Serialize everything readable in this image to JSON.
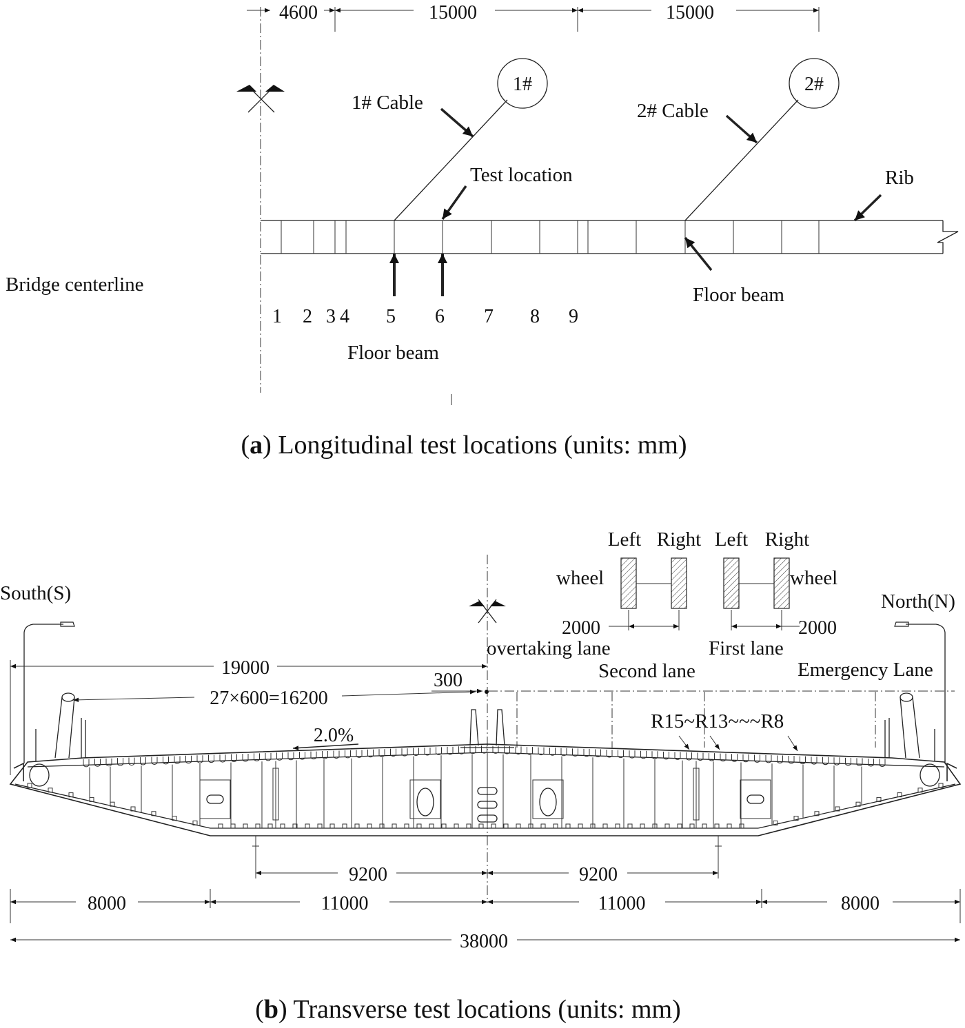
{
  "colors": {
    "ink": "#111111",
    "background": "#ffffff"
  },
  "panel_a": {
    "dims": [
      "4600",
      "15000",
      "15000"
    ],
    "cables": [
      "1#",
      "2#"
    ],
    "labels": {
      "cable1": "1# Cable",
      "cable2": "2# Cable",
      "test_location": "Test location",
      "rib": "Rib",
      "bridge_centerline": "Bridge centerline",
      "floor_beam_right": "Floor beam",
      "floor_beam_bottom": "Floor beam"
    },
    "locations": [
      "1",
      "2",
      "3",
      "4",
      "5",
      "6",
      "7",
      "8",
      "9"
    ],
    "caption": {
      "letter": "a",
      "text": ") Longitudinal test locations (units: mm)"
    }
  },
  "panel_b": {
    "labels": {
      "south": "South(S)",
      "north": "North(N)",
      "left_1": "Left",
      "right_1": "Right",
      "left_2": "Left",
      "right_2": "Right",
      "wheel_left": "wheel",
      "wheel_right": "wheel",
      "wheel_gap_1": "2000",
      "wheel_gap_2": "2000",
      "overtaking_lane": "overtaking lane",
      "first_lane": "First lane",
      "second_lane": "Second lane",
      "emergency_lane": "Emergency Lane",
      "half_width": "19000",
      "offset": "300",
      "rib_spacing": "27×600=16200",
      "slope": "2.0%",
      "ribs": "R15~R13~~~R8"
    },
    "dims_mid": [
      "9200",
      "9200"
    ],
    "dims_lower": [
      "8000",
      "11000",
      "11000",
      "8000"
    ],
    "total_width": "38000",
    "caption": {
      "letter": "b",
      "text": ") Transverse test locations (units: mm)"
    }
  }
}
